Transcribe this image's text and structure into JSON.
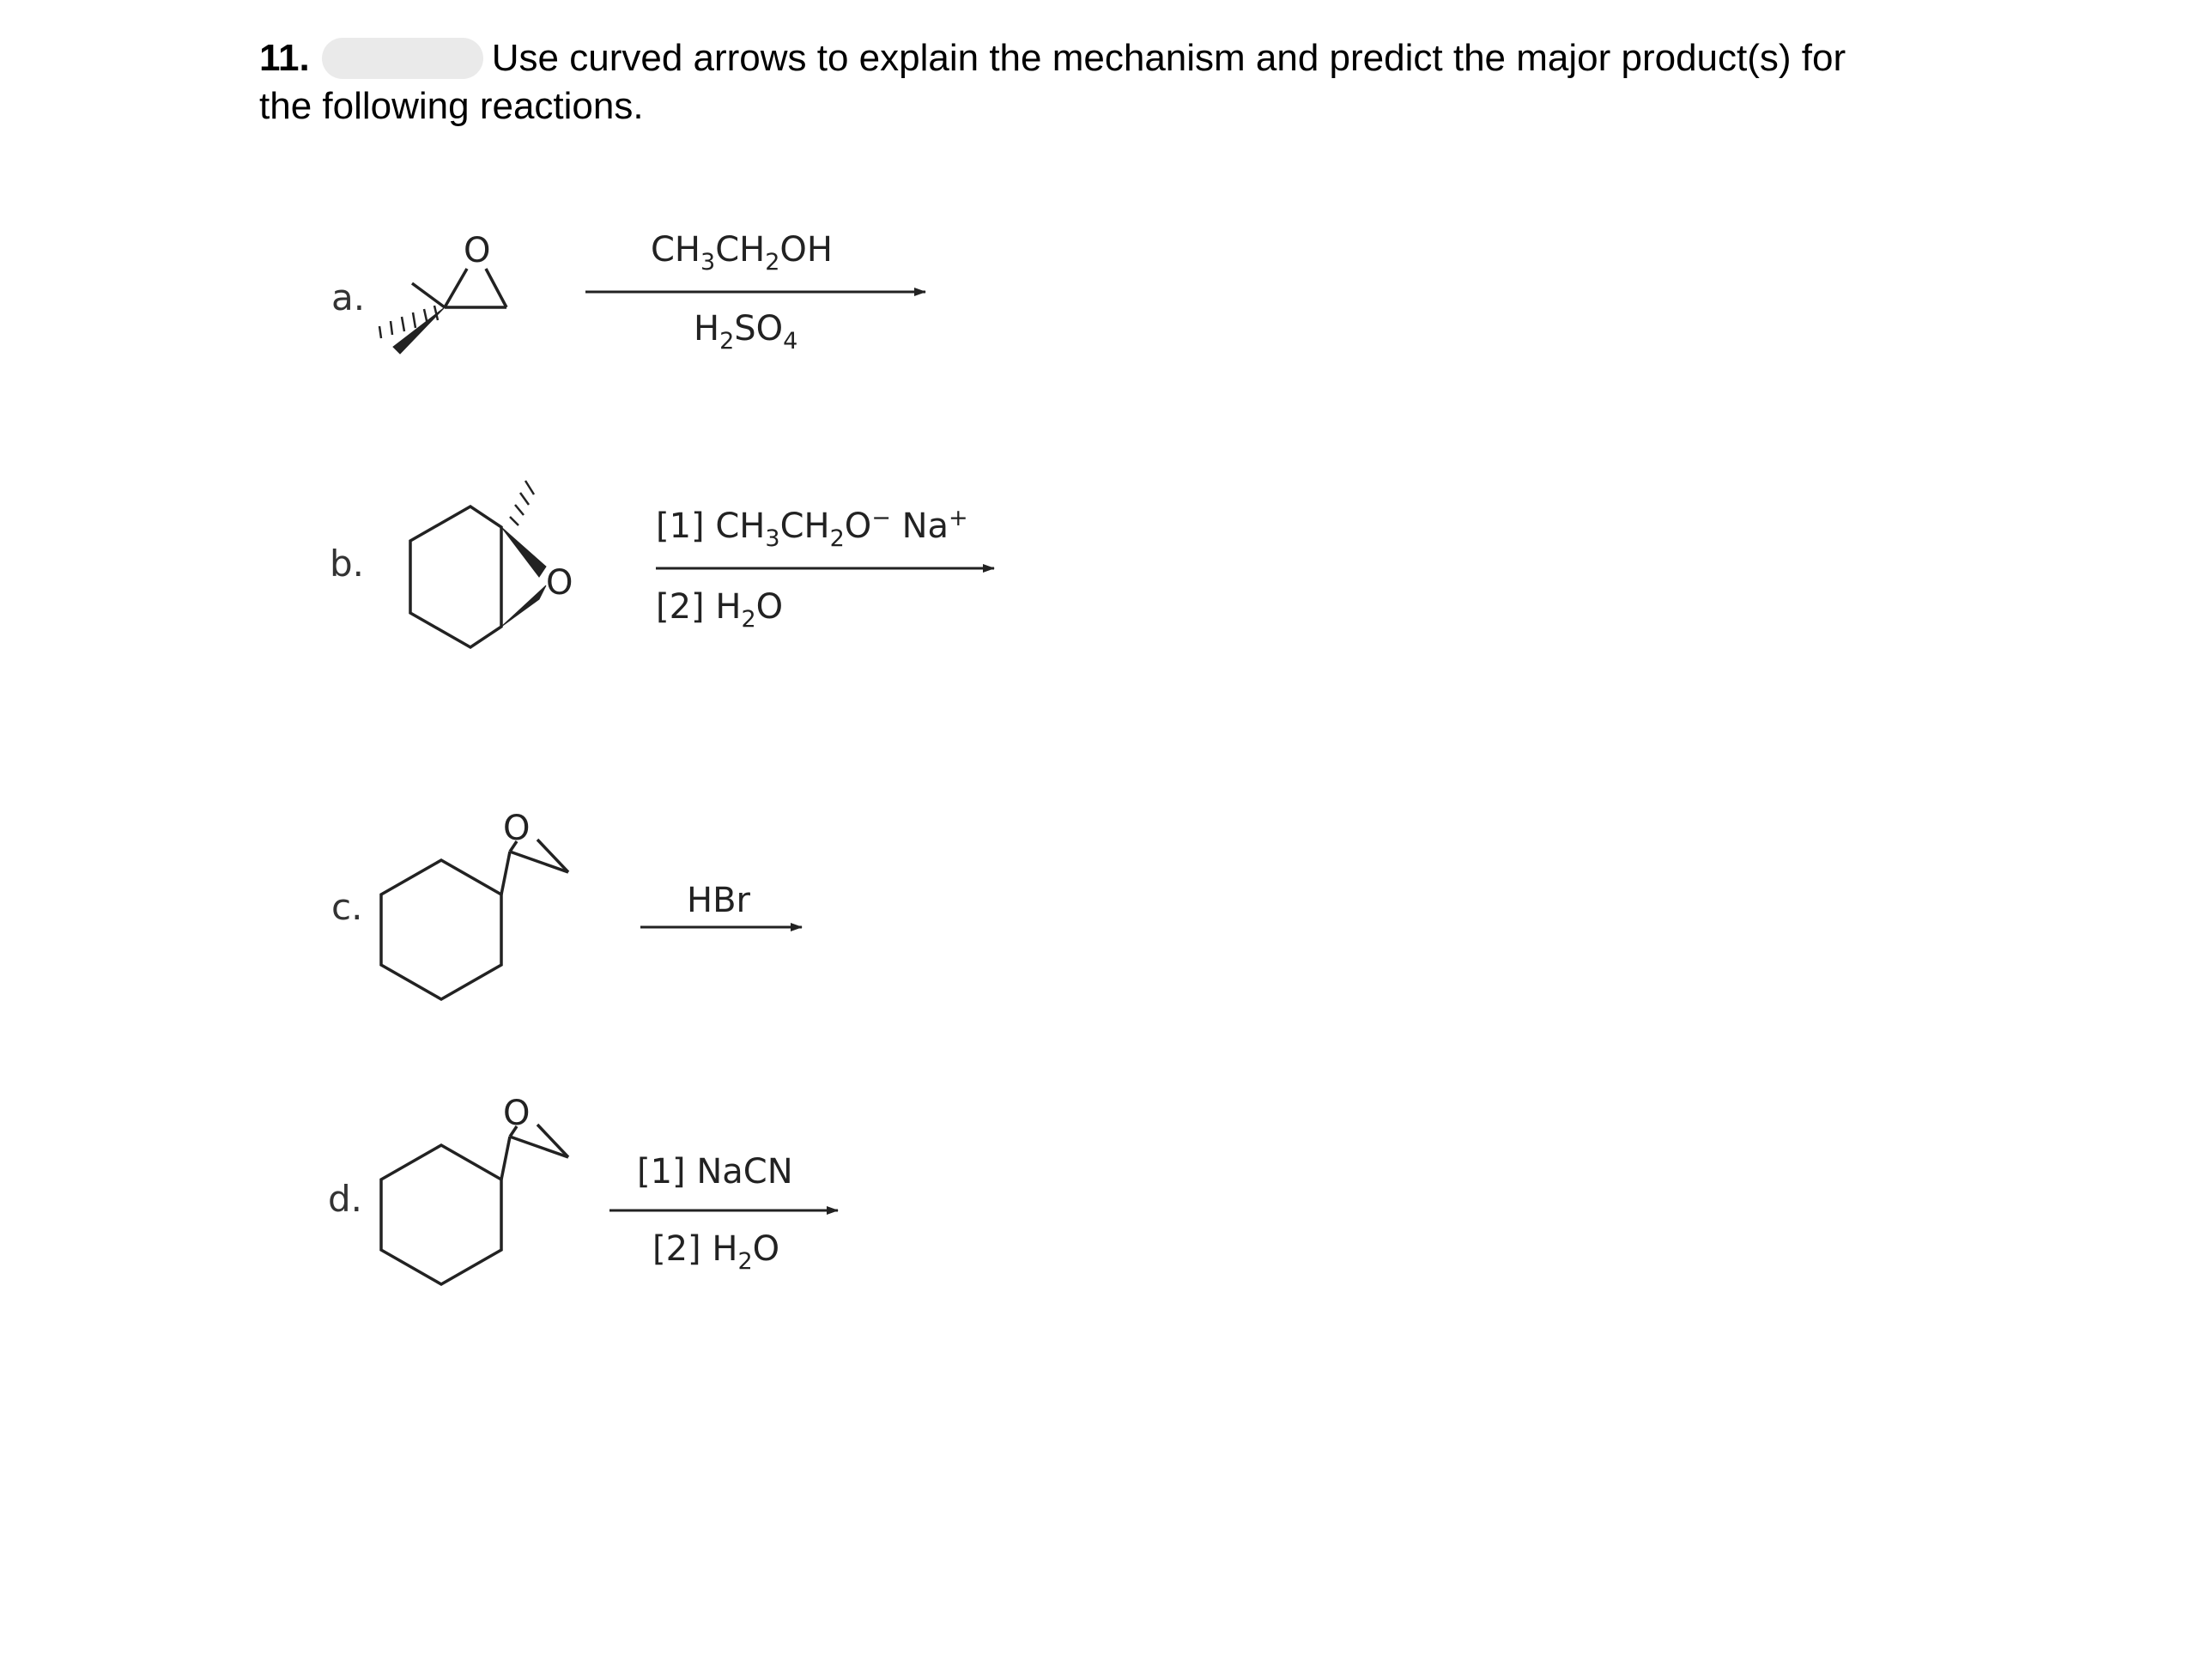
{
  "question": {
    "number": "11.",
    "text_line1": "Use curved arrows to explain the mechanism and predict the major product(s) for",
    "text_line2": "the following reactions."
  },
  "reactions": [
    {
      "label": "a.",
      "reagent_above": [
        "CH",
        "3",
        "CH",
        "2",
        "OH"
      ],
      "reagent_below": [
        "H",
        "2",
        "SO",
        "4"
      ]
    },
    {
      "label": "b.",
      "reagent_above": [
        "[1] CH",
        "3",
        "CH",
        "2",
        "O",
        "−",
        " Na",
        "+"
      ],
      "reagent_below": [
        "[2] H",
        "2",
        "O"
      ]
    },
    {
      "label": "c.",
      "reagent_above": [
        "HBr"
      ]
    },
    {
      "label": "d.",
      "reagent_above": [
        "[1] NaCN"
      ],
      "reagent_below": [
        "[2] H",
        "2",
        "O"
      ]
    }
  ],
  "atoms": {
    "oxygen": "O"
  },
  "colors": {
    "text": "#000000",
    "bond": "#222222",
    "redaction": "#eaeaea"
  }
}
